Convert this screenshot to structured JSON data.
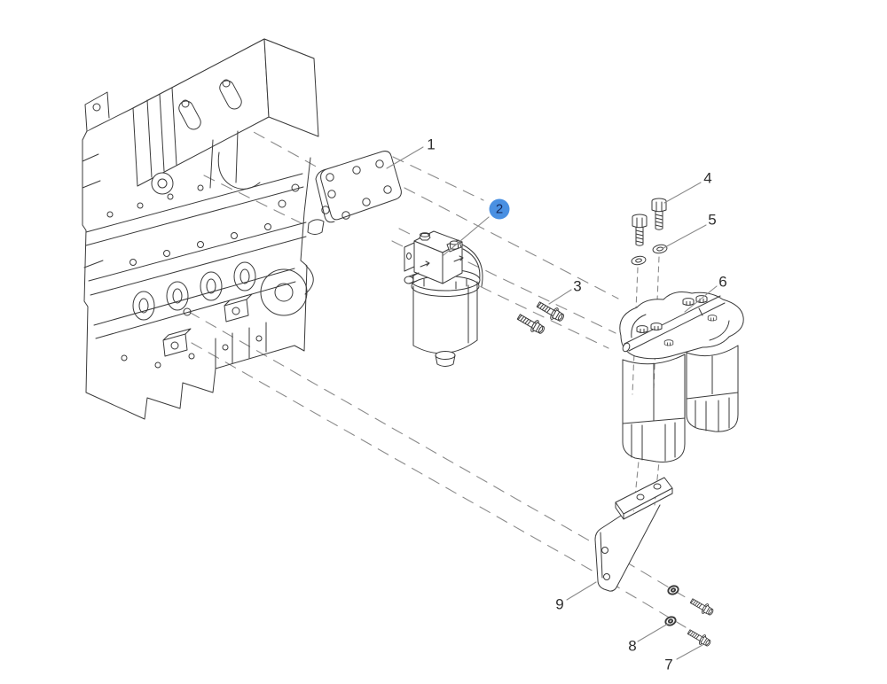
{
  "diagram": {
    "type": "exploded-parts-diagram",
    "subject": "engine fuel filter and bracket assembly",
    "background_color": "#ffffff",
    "line_color": "#3a3a3a",
    "leader_color": "#8a8a8a",
    "highlight": {
      "selected_part": "2",
      "circle_color": "#4a90e2",
      "number_color": "#14295c"
    },
    "parts": [
      {
        "number": "1",
        "depicts": "mounting-plate"
      },
      {
        "number": "2",
        "depicts": "single-fuel-filter",
        "selected": true
      },
      {
        "number": "3",
        "depicts": "hex-flange-bolt-pair"
      },
      {
        "number": "4",
        "depicts": "hex-bolt-pair"
      },
      {
        "number": "5",
        "depicts": "washer-pair"
      },
      {
        "number": "6",
        "depicts": "dual-fuel-filter-assembly"
      },
      {
        "number": "7",
        "depicts": "hex-bolt-pair-lower"
      },
      {
        "number": "8",
        "depicts": "washer-pair-lower"
      },
      {
        "number": "9",
        "depicts": "support-bracket"
      }
    ]
  }
}
